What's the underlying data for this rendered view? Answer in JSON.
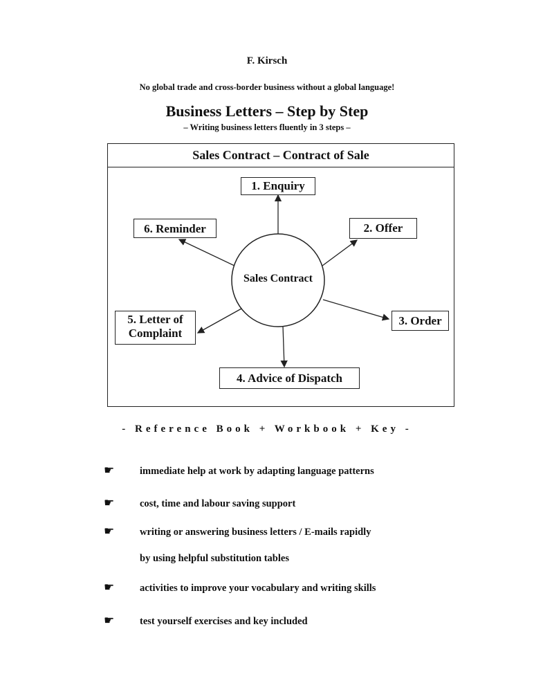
{
  "author": "F. Kirsch",
  "slogan": "No global trade and cross-border business without a global language!",
  "title": "Business Letters – Step by Step",
  "subtitle": "– Writing business letters fluently in 3 steps –",
  "diagram": {
    "header": "Sales Contract – Contract of Sale",
    "hub": "Sales Contract",
    "steps": [
      "1.  Enquiry",
      "2. Offer",
      "3. Order",
      "4. Advice of Dispatch",
      "5. Letter of Complaint",
      "6. Reminder"
    ]
  },
  "tagline": "- Reference Book + Workbook + Key -",
  "bullet_icon": "pointing-hand-icon",
  "bullets": [
    "immediate help at work by adapting language patterns",
    "cost, time and labour saving support",
    "writing or answering business letters / E-mails rapidly",
    "activities to improve your vocabulary and writing skills",
    "test yourself exercises and key included"
  ],
  "bullet_continuation": "by using helpful substitution tables"
}
